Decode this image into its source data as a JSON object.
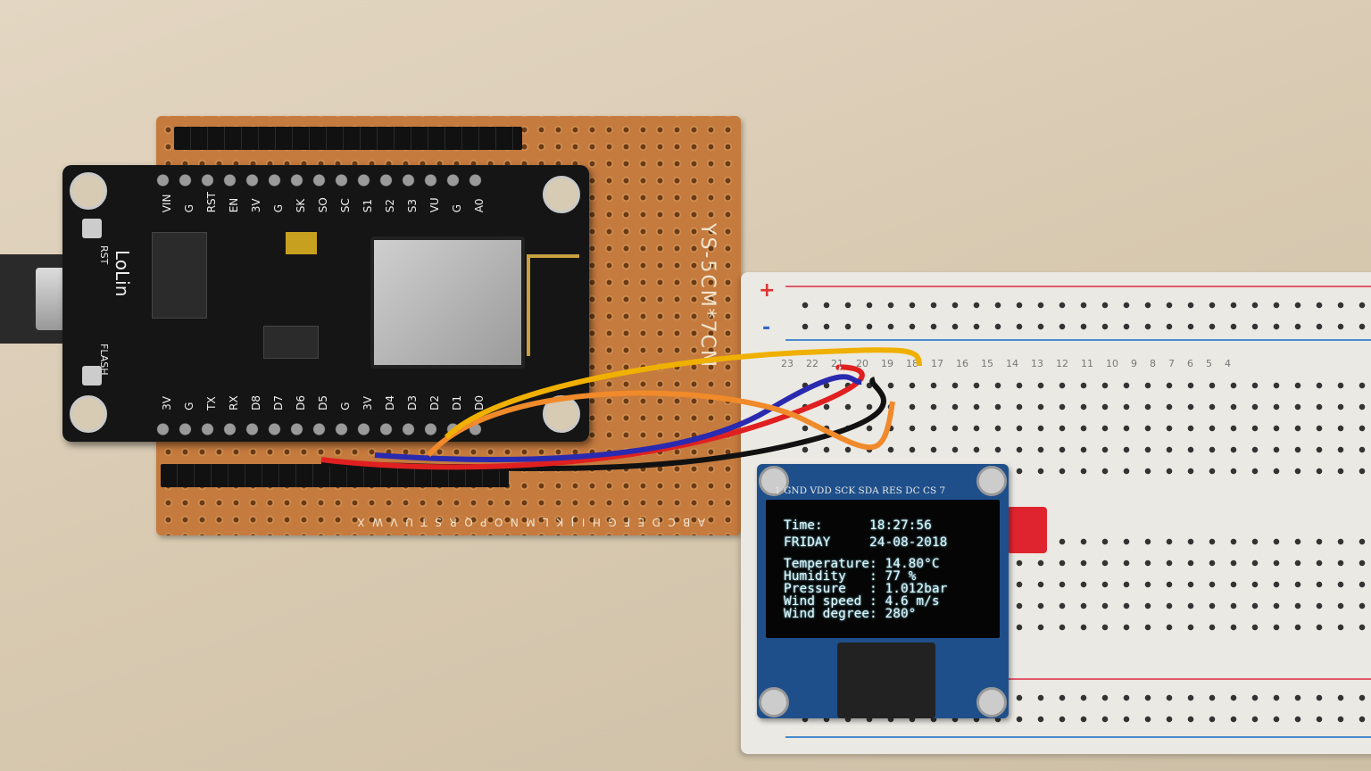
{
  "oled_display": {
    "pin_labels": "1 GND VDD SCK SDA RES DC CS 7",
    "lines": [
      "Time:      18:27:56",
      "FRIDAY     24-08-2018",
      "Temperature: 14.80°C",
      "Humidity   : 77 %",
      "Pressure   : 1.012bar",
      "Wind speed : 4.6 m/s",
      "Wind degree: 280°"
    ]
  },
  "nodemcu": {
    "brand": "LoLin",
    "rst_label": "RST",
    "flash_label": "FLASH",
    "top_pins": [
      "VIN",
      "G",
      "RST",
      "EN",
      "3V",
      "G",
      "SK",
      "SO",
      "SC",
      "S1",
      "S2",
      "S3",
      "VU",
      "G",
      "A0"
    ],
    "bottom_pins": [
      "3V",
      "G",
      "TX",
      "RX",
      "D8",
      "D7",
      "D6",
      "D5",
      "G",
      "3V",
      "D4",
      "D3",
      "D2",
      "D1",
      "D0"
    ]
  },
  "perfboard": {
    "label": "YS-5CM*7CM",
    "letters": "ABCDEFGHIJKLMNOPQRSTUVWX"
  },
  "breadboard": {
    "plus": "+",
    "minus": "-",
    "column_numbers": [
      "23",
      "22",
      "21",
      "20",
      "19",
      "18",
      "17",
      "16",
      "15",
      "14",
      "13",
      "12",
      "11",
      "10",
      "9",
      "8",
      "7",
      "6",
      "5",
      "4"
    ]
  },
  "colors": {
    "background": "#d9cbb5",
    "perfboard": "#c57a3e",
    "board": "#151515",
    "oled_pcb": "#1f4f8a",
    "oled_text": "#dff8ff",
    "wire_yellow": "#f0b000",
    "wire_orange": "#f08a2a",
    "wire_blue": "#2a2ab0",
    "wire_red": "#e02020",
    "wire_black": "#111111"
  }
}
